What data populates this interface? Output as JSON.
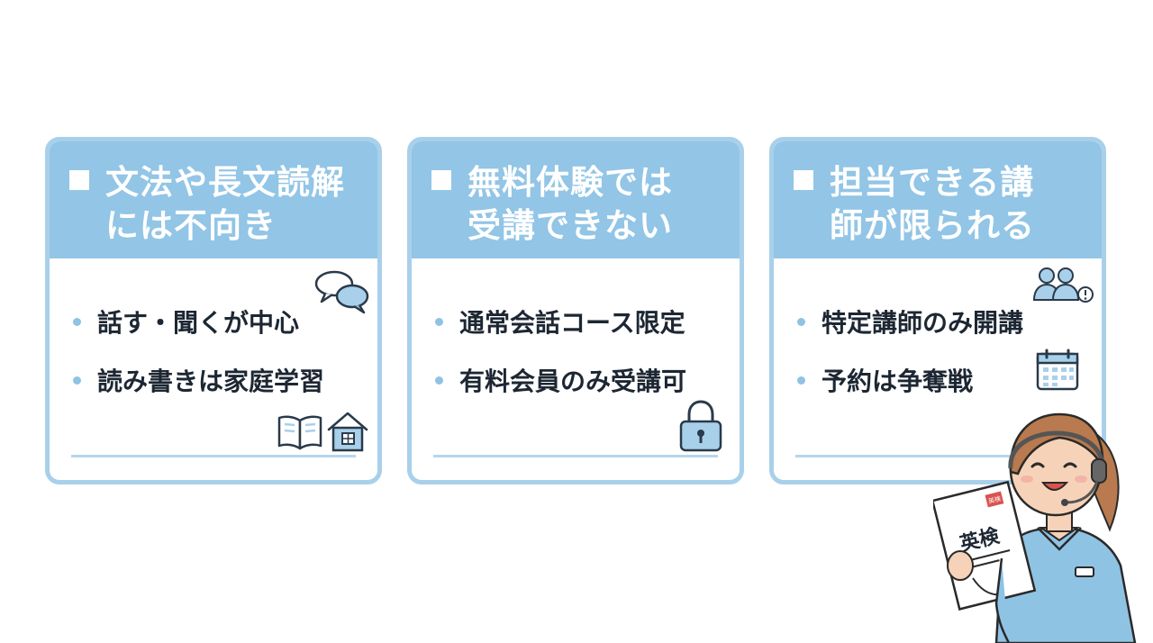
{
  "cards": [
    {
      "title": "文法や長文読解\nには不向き",
      "bullets": [
        "話す・聞くが中心",
        "読み書きは家庭学習"
      ],
      "icons": [
        "chat-bubbles-icon",
        "open-book-icon",
        "house-icon"
      ]
    },
    {
      "title": "無料体験では\n受講できない",
      "bullets": [
        "通常会話コース限定",
        "有料会員のみ受講可"
      ],
      "icons": [
        "padlock-icon"
      ]
    },
    {
      "title": "担当できる講\n師が限られる",
      "bullets": [
        "特定講師のみ開講",
        "予約は争奪戦"
      ],
      "icons": [
        "people-alert-icon",
        "calendar-icon"
      ]
    }
  ],
  "illustration": {
    "document_text": "英検",
    "document_stamp": "英検"
  },
  "colors": {
    "header_blue": "#92c5e6",
    "border_blue": "#a9d0ea",
    "text_dark": "#1d2733",
    "bullet_blue": "#8fc3e4"
  }
}
